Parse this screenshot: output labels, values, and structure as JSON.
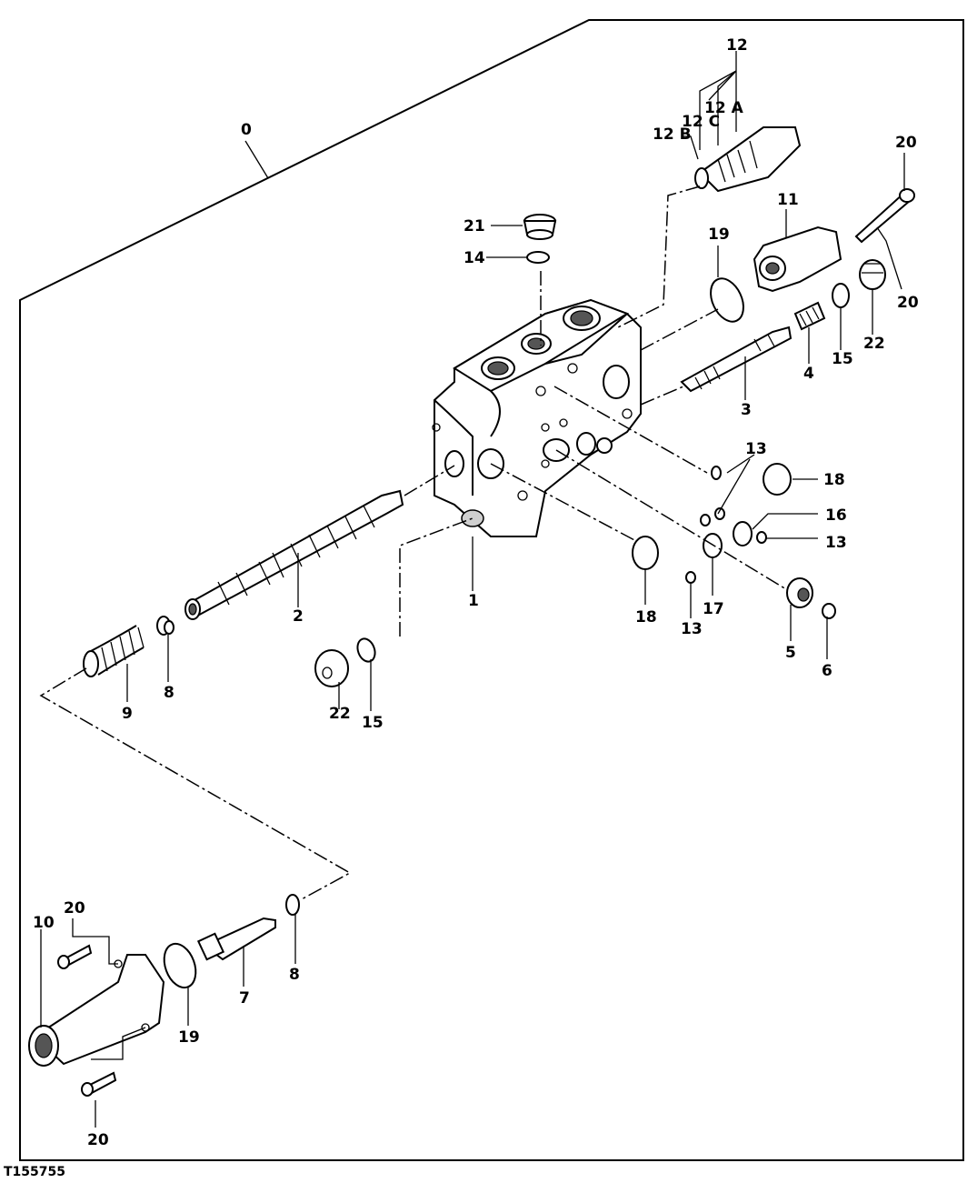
{
  "figure_code": "T155755",
  "labels": {
    "l0": "0",
    "l1": "1",
    "l2": "2",
    "l3": "3",
    "l4": "4",
    "l5": "5",
    "l6": "6",
    "l7": "7",
    "l8a": "8",
    "l8b": "8",
    "l9": "9",
    "l10": "10",
    "l11": "11",
    "l12": "12",
    "l12A": "12 A",
    "l12B": "12 B",
    "l12C": "12 C",
    "l13a": "13",
    "l13b": "13",
    "l13c": "13",
    "l14": "14",
    "l15a": "15",
    "l15b": "15",
    "l16": "16",
    "l17": "17",
    "l18a": "18",
    "l18b": "18",
    "l19a": "19",
    "l19b": "19",
    "l20a": "20",
    "l20b": "20",
    "l20c": "20",
    "l20d": "20",
    "l21": "21",
    "l22a": "22",
    "l22b": "22"
  }
}
